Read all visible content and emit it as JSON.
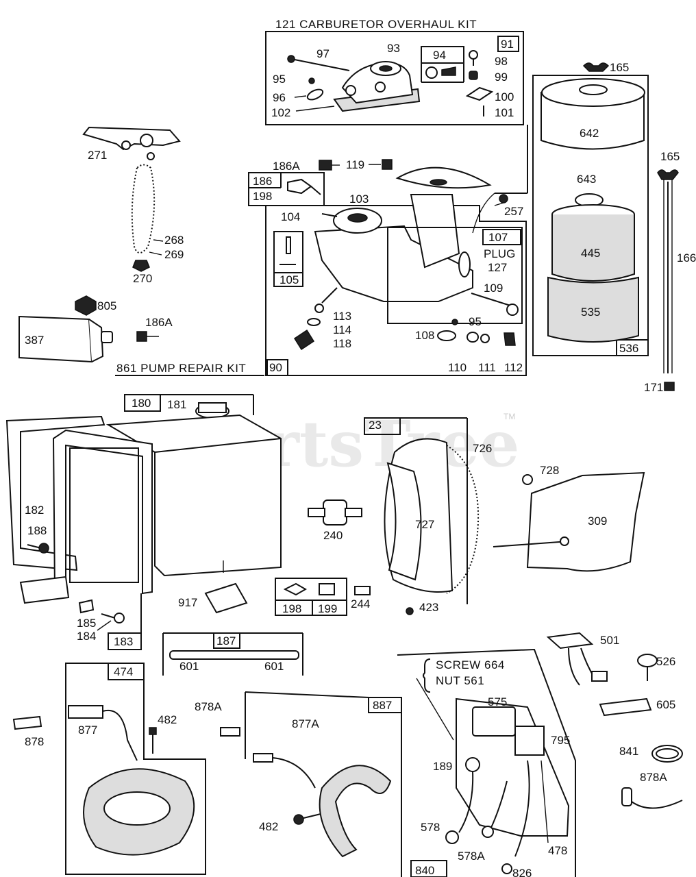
{
  "watermark": "PartsTree",
  "trademark": "TM",
  "kits": {
    "carburetor_overhaul": "121 CARBURETOR OVERHAUL KIT",
    "pump_repair": "861 PUMP REPAIR KIT",
    "screw_note": "SCREW 664",
    "nut_note": "NUT 561"
  },
  "labels": {
    "p91": "91",
    "p93": "93",
    "p94": "94",
    "p95a": "95",
    "p96": "96",
    "p97": "97",
    "p98": "98",
    "p99": "99",
    "p100": "100",
    "p101": "101",
    "p102": "102",
    "p165a": "165",
    "p165b": "165",
    "p642": "642",
    "p643": "643",
    "p445": "445",
    "p535": "535",
    "p536": "536",
    "p166": "166",
    "p171": "171",
    "p271": "271",
    "p268": "268",
    "p269": "269",
    "p270": "270",
    "p186A_top": "186A",
    "p186": "186",
    "p198_top": "198",
    "p119": "119",
    "p103": "103",
    "p104": "104",
    "p257": "257",
    "p105": "105",
    "p107": "107",
    "plug": "PLUG",
    "p127": "127",
    "p109": "109",
    "p113": "113",
    "p114": "114",
    "p118": "118",
    "p95b": "95",
    "p108": "108",
    "p110": "110",
    "p111": "111",
    "p112": "112",
    "p90": "90",
    "p805": "805",
    "p387": "387",
    "p186A_mid": "186A",
    "p180": "180",
    "p181": "181",
    "p182": "182",
    "p188": "188",
    "p185": "185",
    "p184": "184",
    "p183": "183",
    "p23": "23",
    "p726": "726",
    "p727": "727",
    "p240": "240",
    "p728": "728",
    "p309": "309",
    "p917": "917",
    "p198_low": "198",
    "p199": "199",
    "p244": "244",
    "p423": "423",
    "p187": "187",
    "p601a": "601",
    "p601b": "601",
    "p474": "474",
    "p878": "878",
    "p877": "877",
    "p482a": "482",
    "p878A_a": "878A",
    "p877A": "877A",
    "p887": "887",
    "p482b": "482",
    "p501": "501",
    "p526": "526",
    "p605": "605",
    "p841": "841",
    "p878A_b": "878A",
    "p575": "575",
    "p795": "795",
    "p189": "189",
    "p578": "578",
    "p578A": "578A",
    "p478": "478",
    "p840": "840",
    "p826": "826"
  }
}
